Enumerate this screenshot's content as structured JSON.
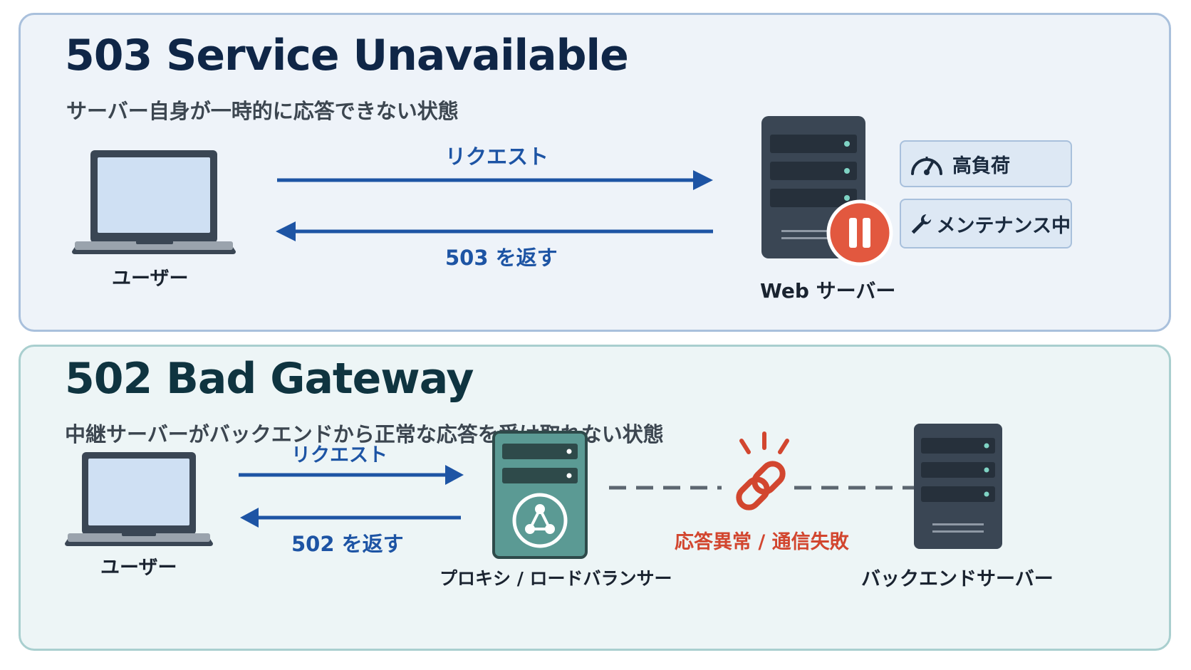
{
  "panel_503": {
    "title": "503 Service Unavailable",
    "subtitle": "サーバー自身が一時的に応答できない状態",
    "request_label": "リクエスト",
    "response_label": "503 を返す",
    "user_label": "ユーザー",
    "server_label": "Web サーバー",
    "statuses": [
      {
        "label": "高負荷",
        "icon": "gauge-icon"
      },
      {
        "label": "メンテナンス中",
        "icon": "wrench-icon"
      }
    ],
    "server_badge_icon": "pause-icon"
  },
  "panel_502": {
    "title": "502 Bad Gateway",
    "subtitle": "中継サーバーがバックエンドから正常な応答を受け取れない状態",
    "request_label": "リクエスト",
    "response_label": "502 を返す",
    "user_label": "ユーザー",
    "proxy_label": "プロキシ / ロードバランサー",
    "error_label": "応答異常 / 通信失敗",
    "backend_label": "バックエンドサーバー",
    "error_icon": "broken-link-icon"
  },
  "colors": {
    "accent_blue": "#1d54a4",
    "error_red": "#d2462f",
    "server_dark": "#3a4654",
    "proxy_teal": "#5b9a94"
  }
}
